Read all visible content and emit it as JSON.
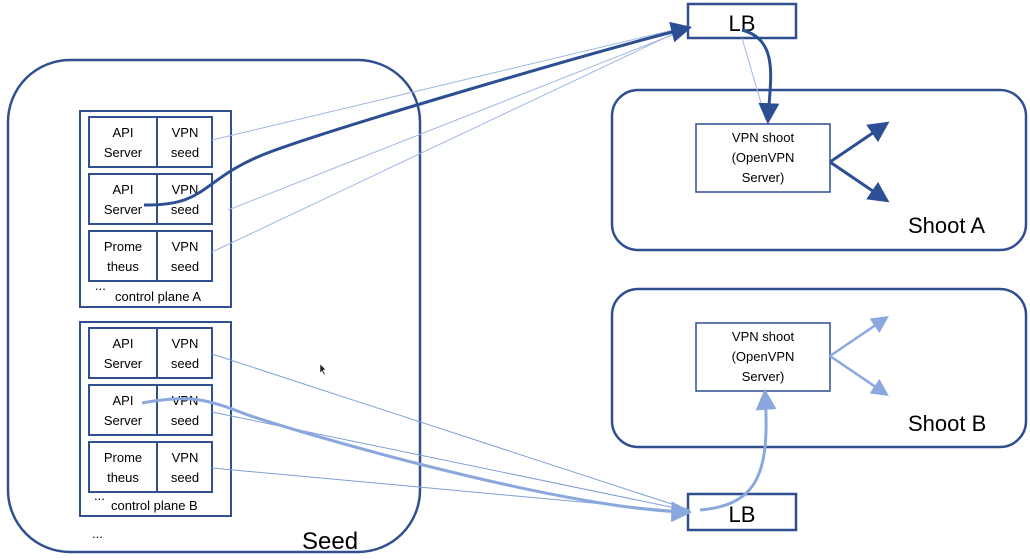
{
  "colors": {
    "frame": "#2f4f8f",
    "dark_line": "#2b4f92",
    "light_line": "#8aa8dd",
    "thin_line": "#7f9fd6"
  },
  "seed": {
    "label": "Seed",
    "ellipsis": "..."
  },
  "control_plane_a": {
    "label": "control plane A",
    "ellipsis": "...",
    "rows": [
      {
        "left": [
          "API",
          "Server"
        ],
        "right": [
          "VPN",
          "seed"
        ]
      },
      {
        "left": [
          "API",
          "Server"
        ],
        "right": [
          "VPN",
          "seed"
        ]
      },
      {
        "left": [
          "Prome",
          "theus"
        ],
        "right": [
          "VPN",
          "seed"
        ]
      }
    ]
  },
  "control_plane_b": {
    "label": "control plane B",
    "ellipsis": "...",
    "rows": [
      {
        "left": [
          "API",
          "Server"
        ],
        "right": [
          "VPN",
          "seed"
        ]
      },
      {
        "left": [
          "API",
          "Server"
        ],
        "right": [
          "VPN",
          "seed"
        ]
      },
      {
        "left": [
          "Prome",
          "theus"
        ],
        "right": [
          "VPN",
          "seed"
        ]
      }
    ]
  },
  "lb_top": {
    "label": "LB"
  },
  "lb_bottom": {
    "label": "LB"
  },
  "shoot_a": {
    "label": "Shoot A",
    "vpn": [
      "VPN shoot",
      "(OpenVPN",
      "Server)"
    ]
  },
  "shoot_b": {
    "label": "Shoot B",
    "vpn": [
      "VPN shoot",
      "(OpenVPN",
      "Server)"
    ]
  }
}
